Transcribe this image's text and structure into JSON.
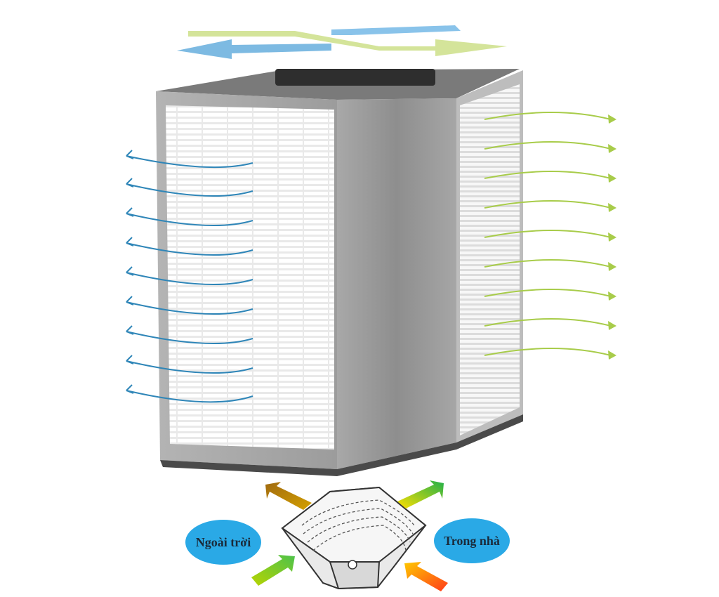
{
  "labels": {
    "outdoor": "Ngoài trời",
    "indoor": "Trong nhà"
  },
  "colors": {
    "outdoor_flow": "#2f86b8",
    "indoor_flow": "#a8cc4a",
    "top_arrow_blue": "#6fb3df",
    "top_arrow_green": "#c9de8a",
    "bubble": "#2aa9e6",
    "unit_body": "#9a9a9a",
    "unit_top": "#7d7d7d",
    "grille": "#f4f4f4"
  },
  "icons": {
    "top_left": "arrow-blue-left",
    "top_right": "arrow-green-right",
    "side_left": "curved-arrows-outdoor",
    "side_right": "curved-arrows-indoor",
    "exchanger": "heat-exchanger-core"
  }
}
